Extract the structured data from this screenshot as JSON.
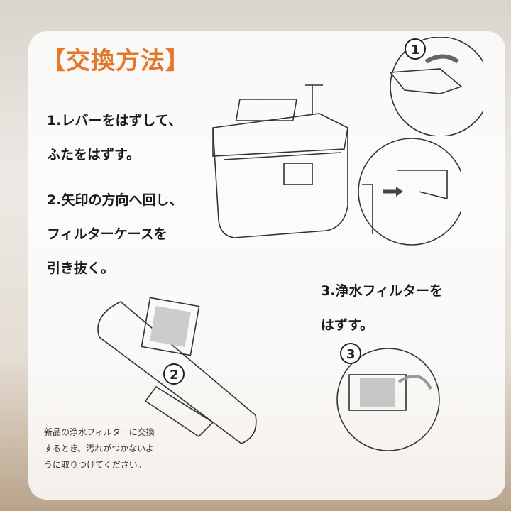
{
  "title": "【交換方法】",
  "steps": {
    "step1_line1": "1.レバーをはずして、",
    "step1_line2": "ふたをはずす。",
    "step2_line1": "2.矢印の方向へ回し、",
    "step2_line2": "フィルターケースを",
    "step2_line3": "引き抜く。",
    "step3_line1": "3.浄水フィルターを",
    "step3_line2": "はずす。"
  },
  "note": {
    "line1": "新品の浄水フィルターに交換",
    "line2": "するとき、汚れがつかないよ",
    "line3": "うに取りつけてください。"
  },
  "callouts": [
    "1",
    "2",
    "3"
  ],
  "colors": {
    "accent": "#e4782a"
  }
}
